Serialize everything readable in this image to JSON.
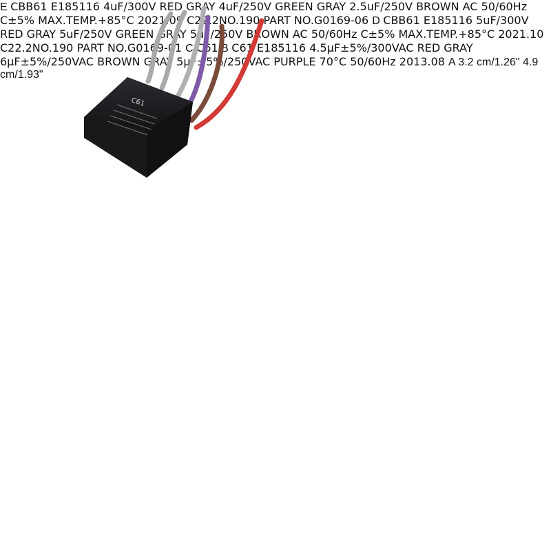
{
  "labels": {
    "E": "E",
    "D": "D",
    "C": "C",
    "B": "B",
    "A": "A"
  },
  "dimensions": {
    "height": "3.2 cm/1.26\"",
    "width": "4.9 cm/1.93\""
  },
  "capacitor_d": {
    "brand": "CBB61",
    "ul": "E185116",
    "l1": "4uF/300V",
    "l1c": "RED",
    "l2": "4uF/250V",
    "l2c": "GREEN",
    "l3": "2.5uF/250V",
    "l3c": "BROWN",
    "gray1": "GRAY",
    "gray2": "GRAY",
    "ac": "AC 50/60Hz  C±5%",
    "temp": "MAX.TEMP.+85°C  2021.09",
    "c22": "C22.2NO.190",
    "part": "PART NO.G0169-06"
  },
  "capacitor_c": {
    "brand": "CBB61",
    "ul": "E185116",
    "l1": "5uF/300V",
    "l1c": "RED",
    "l2": "5uF/250V",
    "l2c": "GREEN",
    "l3": "5uF/250V",
    "l3c": "BROWN",
    "gray1": "GRAY",
    "gray2": "GRAY",
    "ac": "AC 50/60Hz  C±5%",
    "temp": "MAX.TEMP.+85°C  2021.10",
    "c22": "C22.2NO.190",
    "part": "PART NO.G0169-01"
  },
  "capacitor_a": {
    "brand": "C61",
    "ul": "E185116",
    "l1": "4.5μF±5%/300VAC",
    "l1c": "RED",
    "l2": "6μF±5%/250VAC",
    "l2c": "BROWN",
    "l3": "5μF±5%/250VAC",
    "l3c": "PURPLE",
    "gray1": "GRAY",
    "gray2": "GRAY",
    "foot": "70°C   50/60Hz  2013.08"
  },
  "capacitor_e": {
    "brand": "C61"
  },
  "capacitor_b": {
    "brand": "C61"
  },
  "colors": {
    "body": "#1f1f22",
    "red": "#d23a35",
    "gray": "#a9a9ab",
    "brown": "#7a4a3a",
    "purple": "#7e5aa8",
    "teal": "#1fa89a",
    "pink": "#d8707e"
  }
}
